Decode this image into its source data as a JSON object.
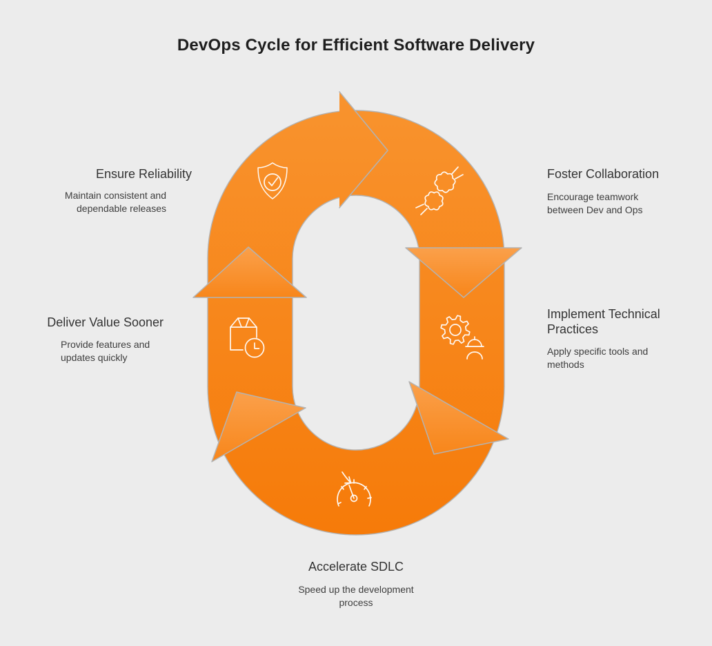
{
  "title": "DevOps Cycle for Efficient Software Delivery",
  "diagram": {
    "type": "cycle",
    "direction": "clockwise",
    "segments": 5
  },
  "colors": {
    "accent_orange": "#F6861B",
    "accent_orange_light": "#FAA04B",
    "accent_orange_deep": "#F67A08",
    "background": "#ECECEC",
    "outline_gray": "#B1B1B1",
    "icon_white": "#FFFFFF",
    "text_dark": "#3A3A3A"
  },
  "steps": [
    {
      "id": "ensure-reliability",
      "heading": "Ensure Reliability",
      "body": "Maintain consistent and dependable releases",
      "icon": "shield-check-icon",
      "position": "left-top"
    },
    {
      "id": "foster-collaboration",
      "heading": "Foster Collaboration",
      "body": "Encourage teamwork between Dev and Ops",
      "icon": "fist-bump-icon",
      "position": "right-top"
    },
    {
      "id": "deliver-value-sooner",
      "heading": "Deliver Value Sooner",
      "body": "Provide features and updates quickly",
      "icon": "package-clock-icon",
      "position": "left-middle"
    },
    {
      "id": "implement-technical-practices",
      "heading": "Implement Technical Practices",
      "body": "Apply specific tools and methods",
      "icon": "engineer-gear-icon",
      "position": "right-middle"
    },
    {
      "id": "accelerate-sdlc",
      "heading": "Accelerate SDLC",
      "body": "Speed up the development process",
      "icon": "speedometer-icon",
      "position": "bottom-center"
    }
  ]
}
